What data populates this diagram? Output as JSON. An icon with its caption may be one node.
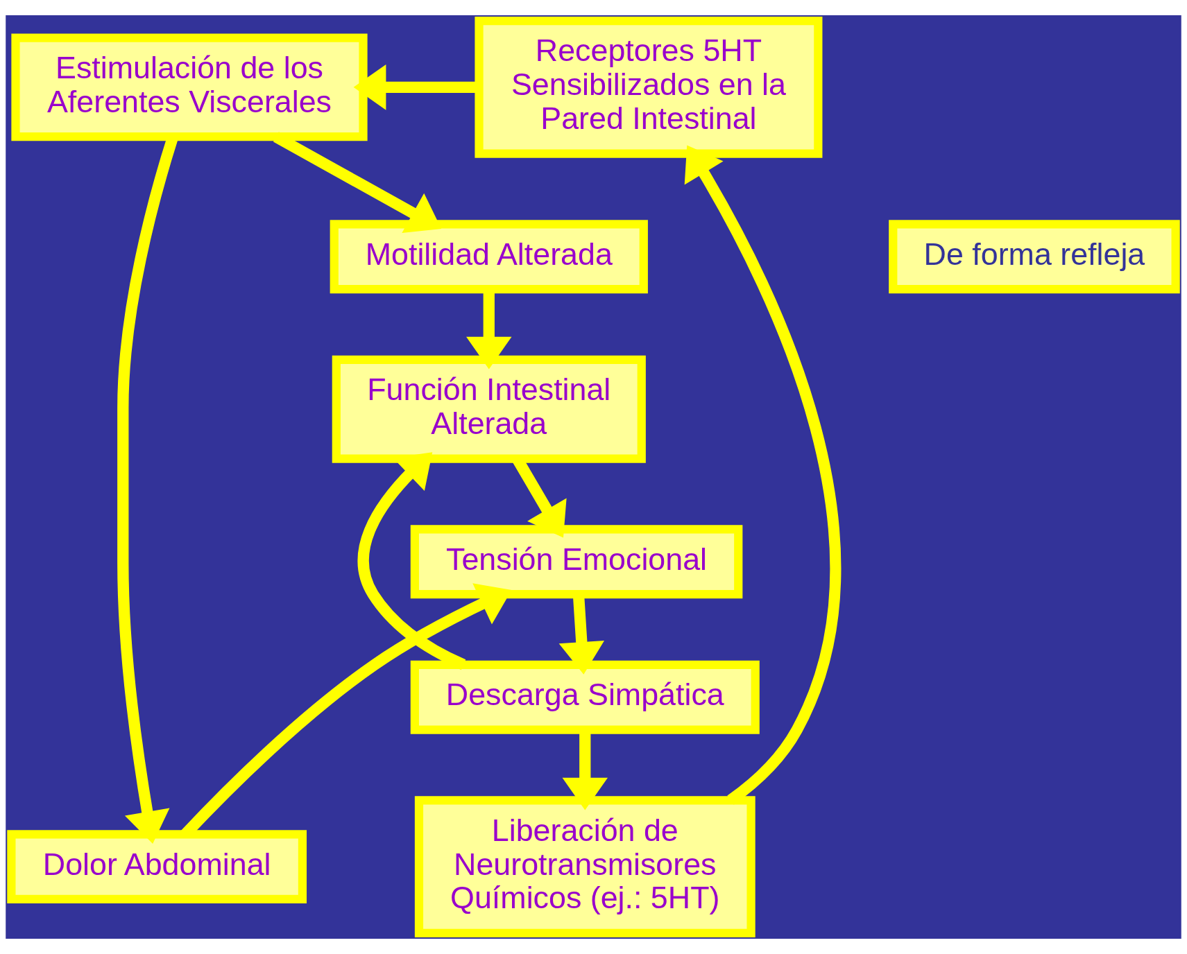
{
  "diagram": {
    "nodes": [
      {
        "text": [
          "Estimulación de los Aferentes Viscerales"
        ]
      },
      {
        "text": [
          "De forma refleja"
        ]
      },
      {
        "text": [
          "Receptores 5HT Sensibilizados en la Pared Intestinal"
        ]
      },
      {
        "text": [
          "Motilidad Alterada"
        ]
      },
      {
        "text": [
          "Dolor Abdominal"
        ]
      },
      {
        "text": [
          "Liberación de Neurotransmisores Químicos (ej.: 5HT)"
        ]
      },
      {
        "text": [
          "Función Intestinal Alterada"
        ]
      },
      {
        "text": [
          "Descarga Simpática"
        ]
      },
      {
        "text": [
          "Tensión Emocional"
        ]
      }
    ],
    "edges": [
      {
        "from": 2,
        "to": 0,
        "arrow": "to"
      },
      {
        "from": 0,
        "to": 3,
        "arrow": "to"
      },
      {
        "from": 0,
        "to": 4,
        "arrow": "to"
      },
      {
        "from": 3,
        "to": 6,
        "arrow": "to"
      },
      {
        "from": 4,
        "to": 8,
        "arrow": "to"
      },
      {
        "from": 6,
        "to": 8,
        "arrow": "to"
      },
      {
        "from": 8,
        "to": 7,
        "arrow": "to"
      },
      {
        "from": 7,
        "to": 6,
        "arrow": "to"
      },
      {
        "from": 7,
        "to": 5,
        "arrow": "to"
      },
      {
        "from": 5,
        "to": 2,
        "arrow": "to"
      }
    ]
  }
}
